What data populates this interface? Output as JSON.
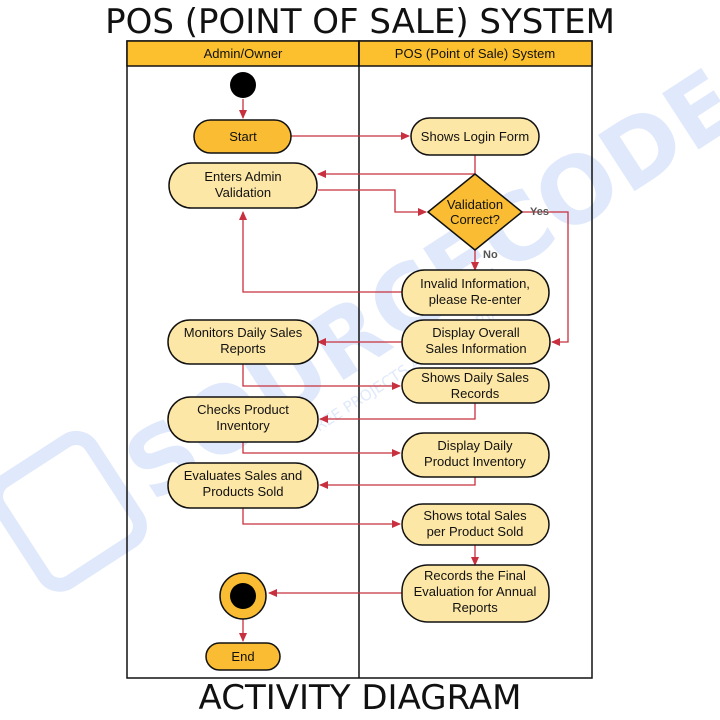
{
  "title": "POS (POINT OF SALE) SYSTEM",
  "subtitle": "ACTIVITY DIAGRAM",
  "lanes": {
    "admin": "Admin/Owner",
    "system": "POS (Point of Sale) System"
  },
  "nodes": {
    "start": "Start",
    "login_form": "Shows Login Form",
    "enter_admin": [
      "Enters Admin",
      "Validation"
    ],
    "validation": [
      "Validation",
      "Correct?"
    ],
    "invalid": [
      "Invalid Information,",
      "please Re-enter"
    ],
    "monitor": [
      "Monitors Daily Sales",
      "Reports"
    ],
    "display_overall": [
      "Display Overall",
      "Sales Information"
    ],
    "daily_records": [
      "Shows Daily Sales",
      "Records"
    ],
    "check_inventory": [
      "Checks Product",
      "Inventory"
    ],
    "display_inventory": [
      "Display Daily",
      "Product Inventory"
    ],
    "evaluate": [
      "Evaluates Sales and",
      "Products Sold"
    ],
    "total_sales": [
      "Shows total Sales",
      "per Product Sold"
    ],
    "records_final": [
      "Records the Final",
      "Evaluation for Annual",
      "Reports"
    ],
    "end": "End"
  },
  "guards": {
    "yes": "Yes",
    "no": "No"
  },
  "watermark": {
    "main": "SOURCECODE",
    "tag": "FREE PROJECTS AND TUTORIALS"
  },
  "colors": {
    "lane_header": "#fcc02f",
    "action_fill": "#fde7a6",
    "start_end_fill": "#f9bc32",
    "decision_fill": "#f9bc32",
    "arrow": "#c8303f",
    "outline": "#111111",
    "watermark": "#dbe6fb"
  }
}
